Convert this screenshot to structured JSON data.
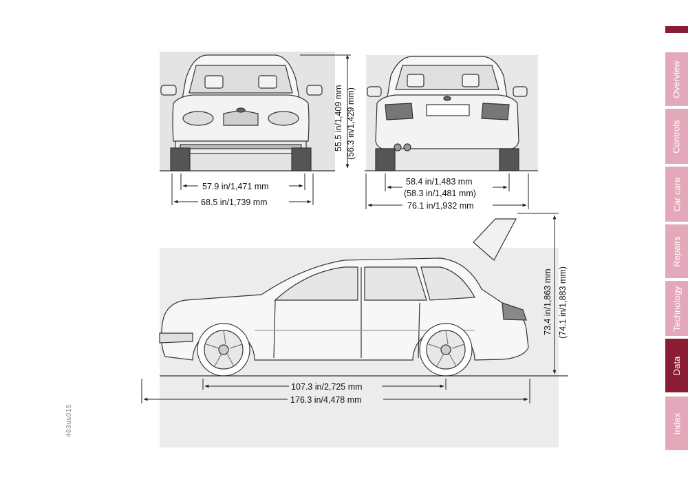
{
  "page": {
    "ref_code": "463us015"
  },
  "dimensions": {
    "front_track": "57.9 in/1,471 mm",
    "front_width": "68.5 in/1,739 mm",
    "height": "55.5 in/1,409 mm",
    "height_alt": "(56.3 in/1,429 mm)",
    "rear_track": "58.4 in/1,483 mm",
    "rear_track_alt": "(58.3 in/1,481 mm)",
    "width_mirrors": "76.1 in/1,932 mm",
    "height_tailgate": "73.4 in/1,863 mm",
    "height_tailgate_alt": "(74.1 in/1,883 mm)",
    "wheelbase": "107.3 in/2,725 mm",
    "length": "176.3 in/4,478 mm"
  },
  "nav": {
    "tabs": [
      {
        "label": "Overview"
      },
      {
        "label": "Controls"
      },
      {
        "label": "Car care"
      },
      {
        "label": "Repairs"
      },
      {
        "label": "Technology"
      },
      {
        "label": "Data",
        "active": true
      },
      {
        "label": "Index"
      }
    ]
  },
  "colors": {
    "accent": "#8a1c33",
    "tab_inactive": "#e3a8b9"
  }
}
